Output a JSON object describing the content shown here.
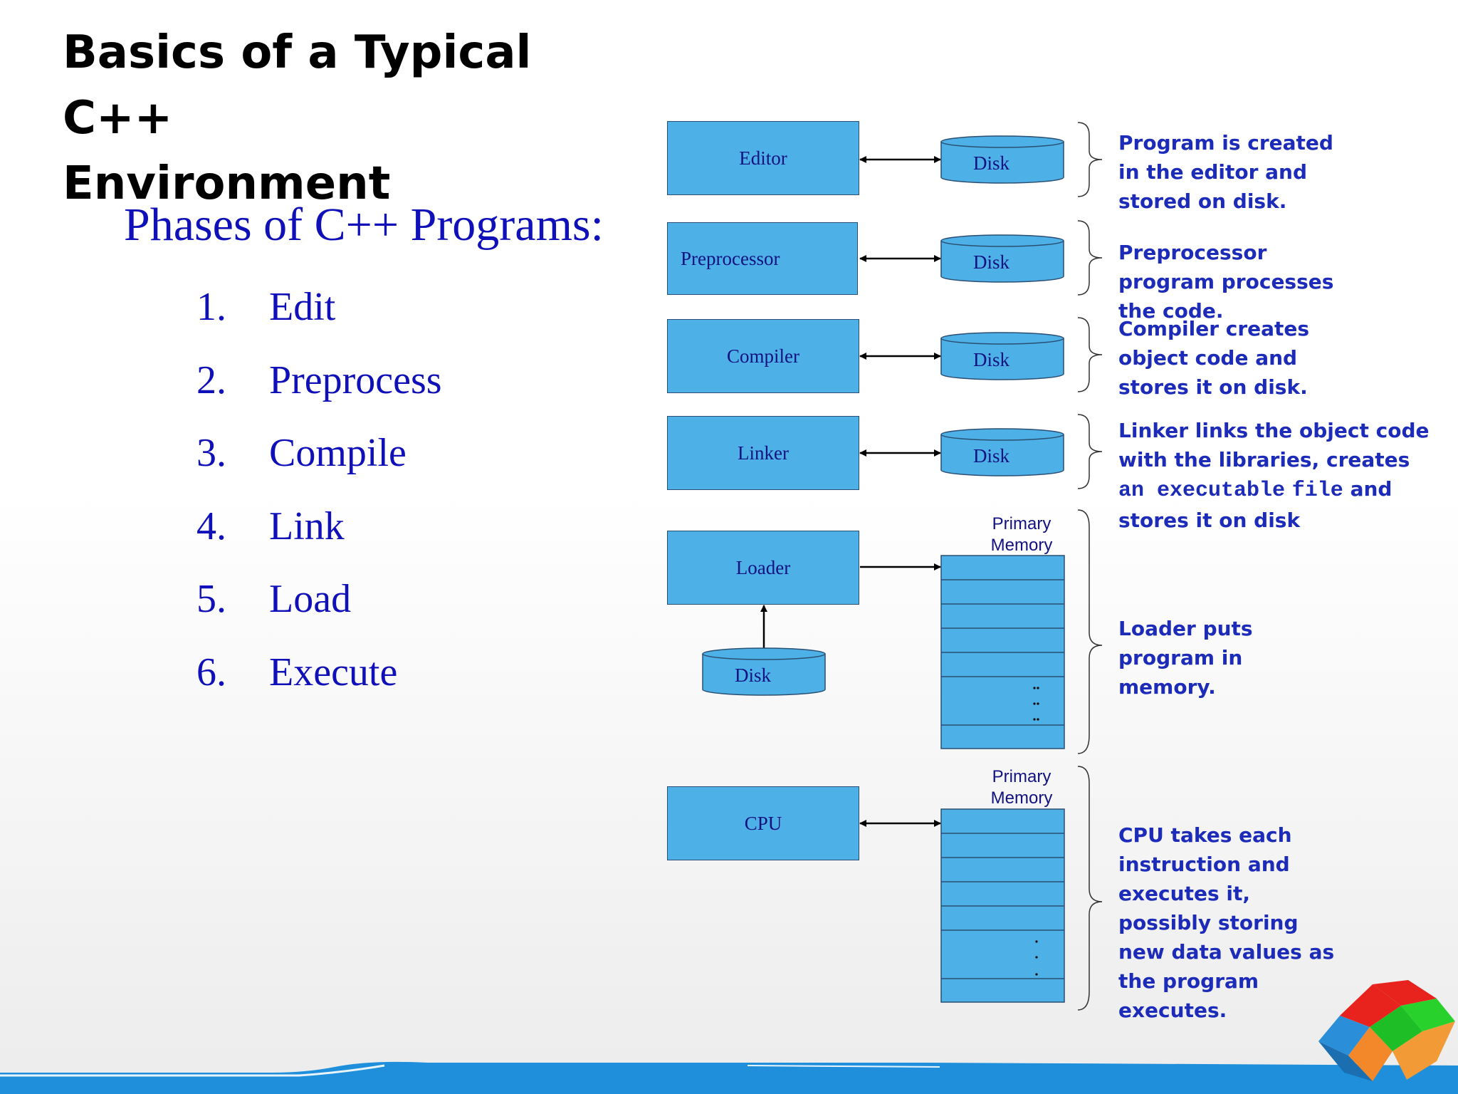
{
  "title_line1": "Basics of a Typical C++",
  "title_line2": "Environment",
  "subtitle": "Phases of C++ Programs:",
  "phases": [
    {
      "num": "1.",
      "label": "Edit"
    },
    {
      "num": "2.",
      "label": "Preprocess"
    },
    {
      "num": "3.",
      "label": "Compile"
    },
    {
      "num": "4.",
      "label": "Link"
    },
    {
      "num": "5.",
      "label": "Load"
    },
    {
      "num": "6.",
      "label": "Execute"
    }
  ],
  "stages": {
    "editor": "Editor",
    "preprocessor": "Preprocessor",
    "compiler": "Compiler",
    "linker": "Linker",
    "loader": "Loader",
    "cpu": "CPU"
  },
  "disk_label": "Disk",
  "memory_label_line1": "Primary",
  "memory_label_line2": "Memory",
  "descriptions": {
    "editor": "Program is created in the editor and stored on disk.",
    "preprocessor": "Preprocessor program processes the code.",
    "compiler": "Compiler creates object code and stores it on disk.",
    "linker_part1": "Linker links the object code with the libraries, creates",
    "linker_mono1": "an executable",
    "linker_mono2": "file",
    "linker_part2": "and stores it on disk",
    "loader": "Loader puts program in memory.",
    "cpu": "CPU takes each instruction and executes it, possibly storing new data values as the program executes."
  },
  "colors": {
    "box_fill": "#4db1e8",
    "text_blue": "#1c2bb8",
    "title_black": "#000000",
    "footer_blue": "#1f8fdc"
  }
}
